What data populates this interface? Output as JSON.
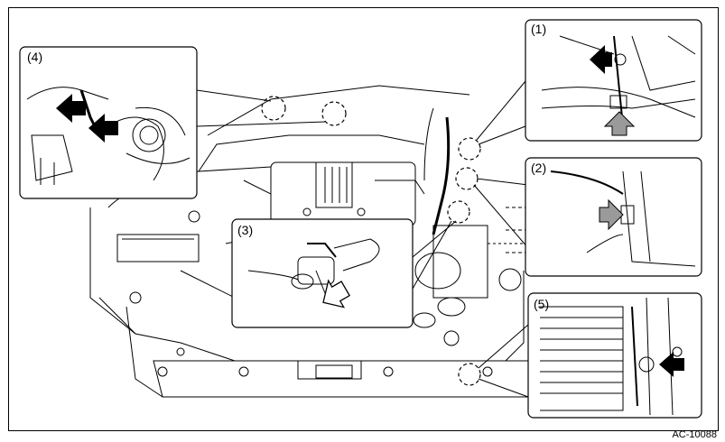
{
  "callouts": [
    {
      "id": "callout-1",
      "label": "(1)"
    },
    {
      "id": "callout-2",
      "label": "(2)"
    },
    {
      "id": "callout-3",
      "label": "(3)"
    },
    {
      "id": "callout-4",
      "label": "(4)"
    },
    {
      "id": "callout-5",
      "label": "(5)"
    }
  ],
  "figure_code": "AC-10088",
  "colors": {
    "line": "#000000",
    "arrow_black": "#000000",
    "arrow_gray": "#9a9a9a",
    "background": "#ffffff"
  }
}
